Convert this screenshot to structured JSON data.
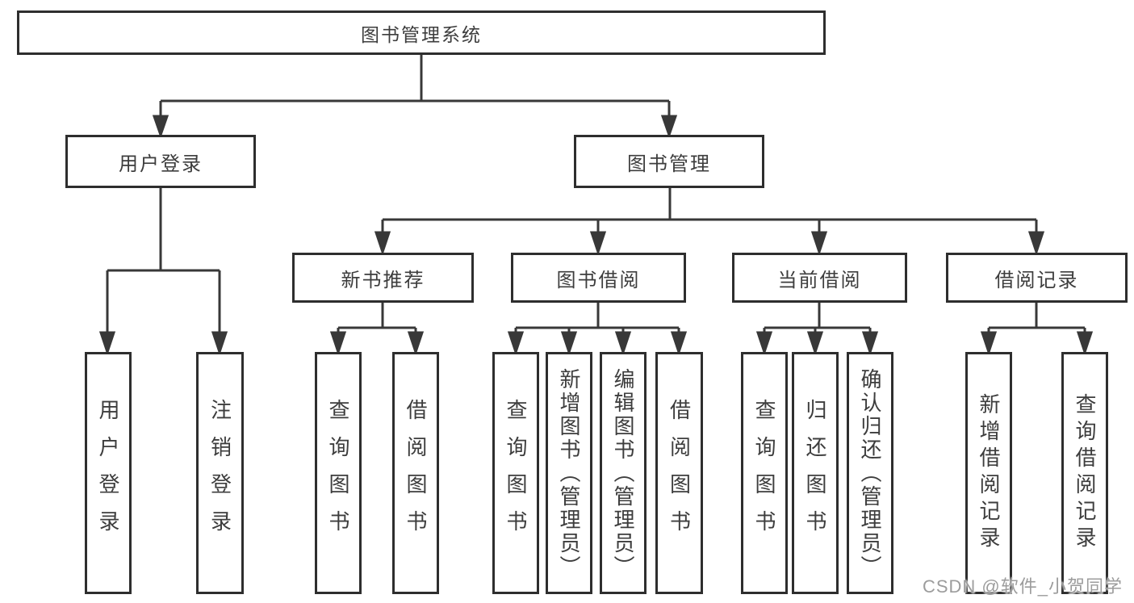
{
  "diagram": {
    "root": {
      "label": "图书管理系统"
    },
    "branches": {
      "user_login": {
        "label": "用户登录",
        "children": [
          {
            "label": "用户登录"
          },
          {
            "label": "注销登录"
          }
        ]
      },
      "book_mgmt": {
        "label": "图书管理",
        "children": [
          {
            "label": "新书推荐",
            "children": [
              {
                "label": "查询图书"
              },
              {
                "label": "借阅图书"
              }
            ]
          },
          {
            "label": "图书借阅",
            "children": [
              {
                "label": "查询图书"
              },
              {
                "label": "新增图书（管理员）"
              },
              {
                "label": "编辑图书（管理员）"
              },
              {
                "label": "借阅图书"
              }
            ]
          },
          {
            "label": "当前借阅",
            "children": [
              {
                "label": "查询图书"
              },
              {
                "label": "归还图书"
              },
              {
                "label": "确认归还（管理员）"
              }
            ]
          },
          {
            "label": "借阅记录",
            "children": [
              {
                "label": "新增借阅记录"
              },
              {
                "label": "查询借阅记录"
              }
            ]
          }
        ]
      }
    }
  },
  "watermark": {
    "text": "CSDN @软件_小贺同学",
    "color": "#9c9c9c"
  },
  "colors": {
    "line": "#383838",
    "box_border": "#2e2e2e",
    "text": "#3d3d3d",
    "background": "#ffffff"
  }
}
